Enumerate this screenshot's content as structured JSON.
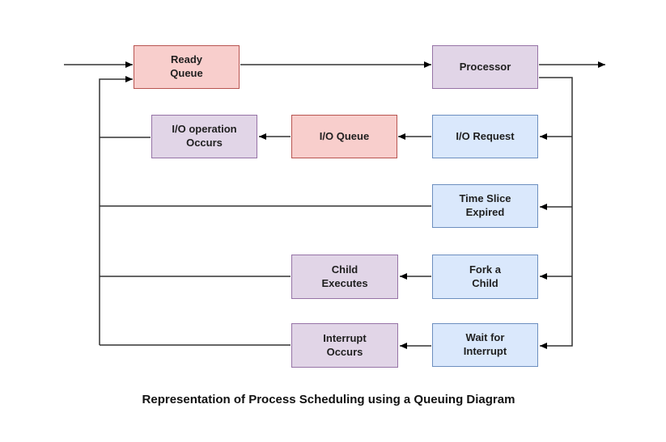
{
  "diagram": {
    "caption": "Representation of Process Scheduling using a Queuing Diagram",
    "boxes": [
      {
        "id": "ready-queue",
        "label": "Ready\nQueue",
        "color": "pink"
      },
      {
        "id": "processor",
        "label": "Processor",
        "color": "purple"
      },
      {
        "id": "io-operation-occurs",
        "label": "I/O operation\nOccurs",
        "color": "purple"
      },
      {
        "id": "io-queue",
        "label": "I/O Queue",
        "color": "pink"
      },
      {
        "id": "io-request",
        "label": "I/O Request",
        "color": "blue"
      },
      {
        "id": "time-slice-expired",
        "label": "Time Slice\nExpired",
        "color": "blue"
      },
      {
        "id": "child-executes",
        "label": "Child\nExecutes",
        "color": "purple"
      },
      {
        "id": "fork-a-child",
        "label": "Fork a\nChild",
        "color": "blue"
      },
      {
        "id": "interrupt-occurs",
        "label": "Interrupt\nOccurs",
        "color": "purple"
      },
      {
        "id": "wait-for-interrupt",
        "label": "Wait for\nInterrupt",
        "color": "blue"
      }
    ],
    "palette": {
      "pink": {
        "fill": "#f8cecc",
        "border": "#b85450"
      },
      "purple": {
        "fill": "#e1d5e7",
        "border": "#9673a6"
      },
      "blue": {
        "fill": "#dae8fc",
        "border": "#6c8ebf"
      }
    },
    "line_color": "#333333",
    "arrowhead_color": "#000000"
  }
}
